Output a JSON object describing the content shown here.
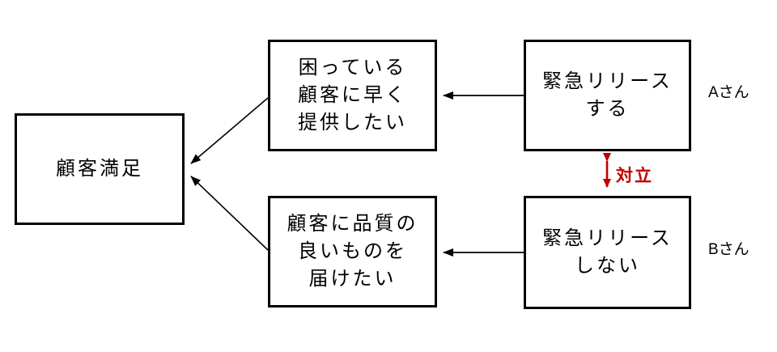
{
  "diagram": {
    "type": "conflict-cloud",
    "background_color": "#ffffff",
    "box_border_color": "#000000",
    "arrow_color": "#000000",
    "conflict_color": "#c00000",
    "nodes": {
      "goal": {
        "label": "顧客満足"
      },
      "need_top": {
        "label": "困っている\n顧客に早く\n提供したい"
      },
      "need_bottom": {
        "label": "顧客に品質の\n良いものを\n届けたい"
      },
      "action_top": {
        "label": "緊急リリース\nする"
      },
      "action_bottom": {
        "label": "緊急リリース\nしない"
      }
    },
    "annotations": {
      "person_a": "Aさん",
      "person_b": "Bさん",
      "conflict": "対立"
    },
    "edges": [
      {
        "from": "need_top",
        "to": "goal"
      },
      {
        "from": "need_bottom",
        "to": "goal"
      },
      {
        "from": "action_top",
        "to": "need_top"
      },
      {
        "from": "action_bottom",
        "to": "need_bottom"
      },
      {
        "from": "action_top",
        "to": "action_bottom",
        "style": "conflict-double-arrow"
      }
    ]
  }
}
